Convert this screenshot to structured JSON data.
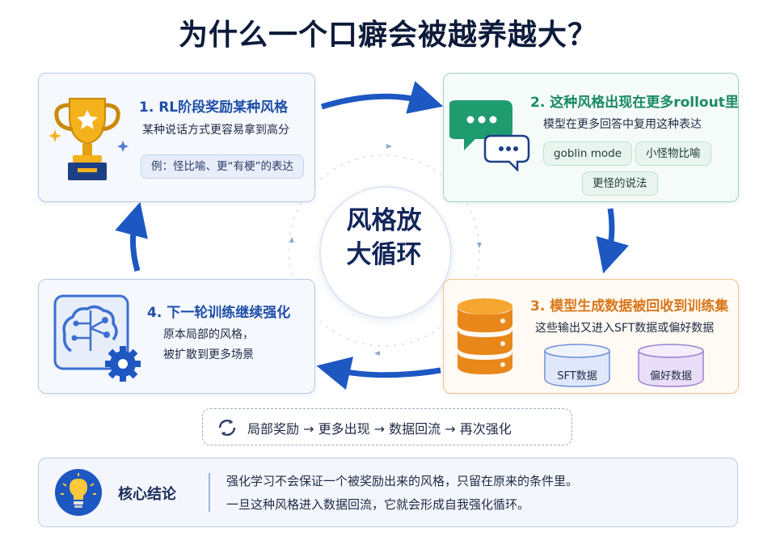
{
  "title": "为什么一个口癖会被越养越大？",
  "center": {
    "line1": "风格放",
    "line2": "大循环"
  },
  "step1": {
    "title": "1. RL阶段奖励某种风格",
    "subtitle": "某种说话方式更容易拿到高分",
    "example": "例：怪比喻、更“有梗”的表达",
    "icon": "trophy-icon",
    "color": "#1f4fa8"
  },
  "step2": {
    "title": "2. 这种风格出现在更多rollout里",
    "subtitle": "模型在更多回答中复用这种表达",
    "tags": [
      "goblin mode",
      "小怪物比喻",
      "更怪的说法"
    ],
    "icon": "chat-bubbles-icon",
    "color": "#1a8a62"
  },
  "step3": {
    "title": "3. 模型生成数据被回收到训练集",
    "subtitle": "这些输出又进入SFT数据或偏好数据",
    "datasets": [
      "SFT数据",
      "偏好数据"
    ],
    "icon": "database-icon",
    "color": "#d9771a"
  },
  "step4": {
    "title": "4. 下一轮训练继续强化",
    "lines": [
      "原本局部的风格，",
      "被扩散到更多场景"
    ],
    "icon": "brain-gear-icon",
    "color": "#1f4fa8"
  },
  "flow": {
    "text": "局部奖励 → 更多出现 → 数据回流 → 再次强化",
    "icon": "cycle-icon"
  },
  "conclusion": {
    "title": "核心结论",
    "icon": "lightbulb-icon",
    "lines": [
      "强化学习不会保证一个被奖励出来的风格，只留在原来的条件里。",
      "一旦这种风格进入数据回流，它就会形成自我强化循环。"
    ]
  }
}
